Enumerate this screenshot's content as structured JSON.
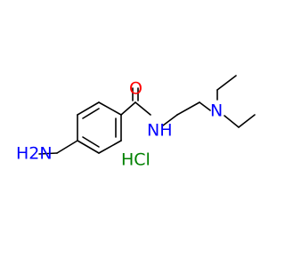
{
  "structure": {
    "atoms": {
      "amine_nh2": "H2N",
      "carbonyl_o": "O",
      "amide_nh": "NH",
      "tertiary_n": "N"
    },
    "salt_label": "HCl"
  },
  "colors": {
    "bond": "#000000",
    "nitrogen": "#0000ff",
    "oxygen": "#ff0000",
    "salt_text": "#008000"
  }
}
